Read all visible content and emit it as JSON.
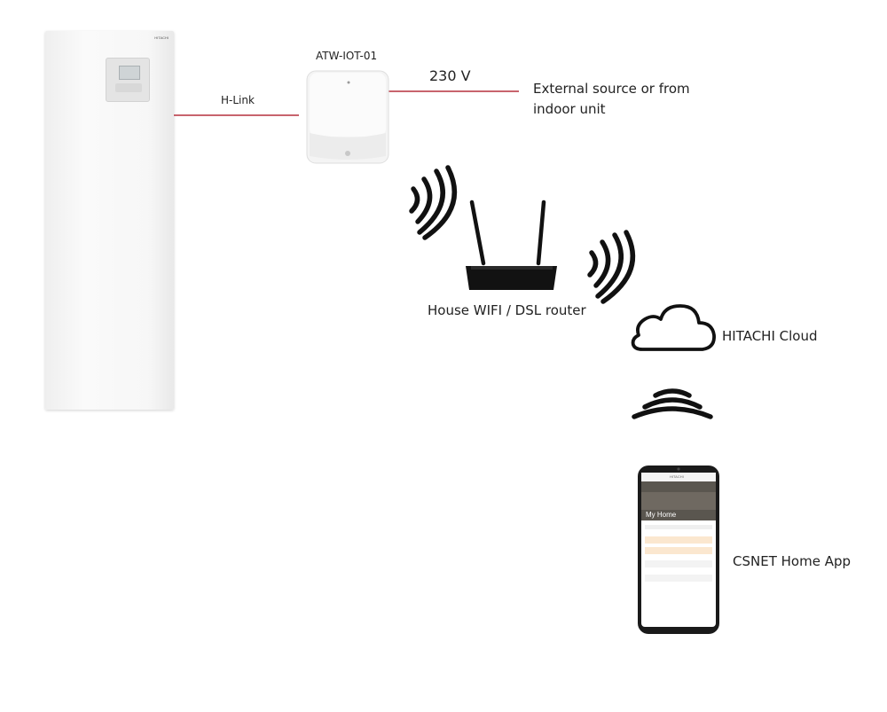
{
  "labels": {
    "device": "ATW-IOT-01",
    "hlink": "H-Link",
    "voltage": "230 V",
    "power_source_line1": "External source or from",
    "power_source_line2": "indoor unit",
    "router": "House WIFI / DSL router",
    "cloud": "HITACHI Cloud",
    "app": "CSNET Home App"
  },
  "phone_screen": {
    "header": "HITACHI",
    "title": "My Home"
  },
  "indoor_unit": {
    "brand": "HITACHI"
  },
  "colors": {
    "cable": "#b5303d",
    "icon": "#111111",
    "unit_body": "#f7f7f7",
    "phone_frame": "#1a1a1a"
  },
  "icons": [
    "wifi-signal-icon",
    "cloud-icon",
    "wifi-waves-icon",
    "router-antenna-icon"
  ]
}
